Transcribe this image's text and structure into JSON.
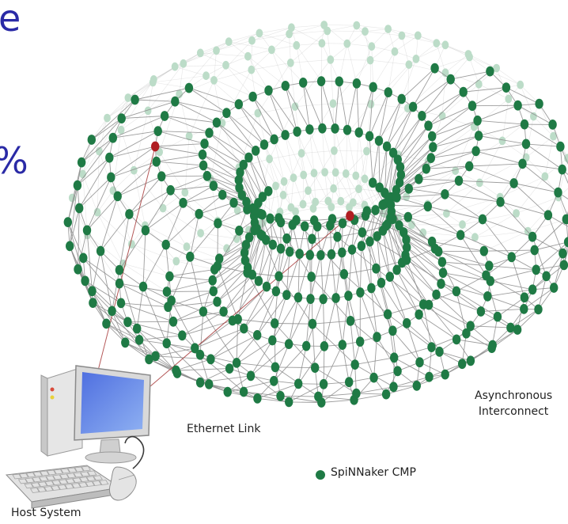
{
  "slide_fragments": {
    "top": "e",
    "middle": "%"
  },
  "labels": {
    "ethernet_link": "Ethernet Link",
    "async_line1": "Asynchronous",
    "async_line2": "Interconnect",
    "host_system": "Host System"
  },
  "legend": {
    "label": "SpiNNaker CMP"
  },
  "colors": {
    "node": "#1f7a45",
    "node_back": "#bcdcc8",
    "node_ethernet": "#b01e22",
    "mesh": "#8c8c8c",
    "ethernet_line": "#a33030",
    "slide_text": "#2a2aa6"
  },
  "icons": [
    "computer-monitor-icon",
    "computer-tower-icon",
    "keyboard-icon",
    "mouse-icon"
  ]
}
